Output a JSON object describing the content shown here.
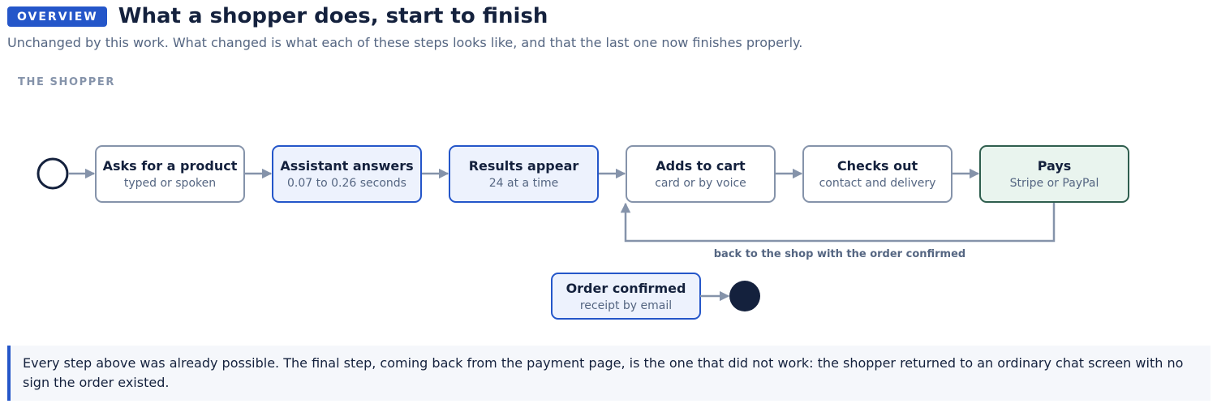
{
  "header": {
    "badge": "OVERVIEW",
    "title": "What a shopper does, start to finish",
    "subtitle": "Unchanged by this work. What changed is what each of these steps looks like, and that the last one now finishes properly."
  },
  "lane": {
    "label": "THE SHOPPER"
  },
  "steps": [
    {
      "title": "Asks for a product",
      "sub": "typed or spoken",
      "style": "plain"
    },
    {
      "title": "Assistant answers",
      "sub": "0.07 to 0.26 seconds",
      "style": "highlight"
    },
    {
      "title": "Results appear",
      "sub": "24 at a time",
      "style": "highlight"
    },
    {
      "title": "Adds to cart",
      "sub": "card or by voice",
      "style": "plain"
    },
    {
      "title": "Checks out",
      "sub": "contact and delivery",
      "style": "plain"
    },
    {
      "title": "Pays",
      "sub": "Stripe or PayPal",
      "style": "green"
    }
  ],
  "final_step": {
    "title": "Order confirmed",
    "sub": "receipt by email",
    "style": "highlight"
  },
  "loop_label": "back to the shop with the order confirmed",
  "note": "Every step above was already possible. The final step, coming back from the payment page, is the one that did not work: the shopper returned to an ordinary chat screen with no sign the order existed.",
  "colors": {
    "accent": "#2456c9",
    "ink": "#14213d",
    "muted": "#556682",
    "connector": "#8593aa",
    "highlight_fill": "#edf2fd",
    "green_fill": "#e9f4ee",
    "green_stroke": "#2f5e4e"
  }
}
